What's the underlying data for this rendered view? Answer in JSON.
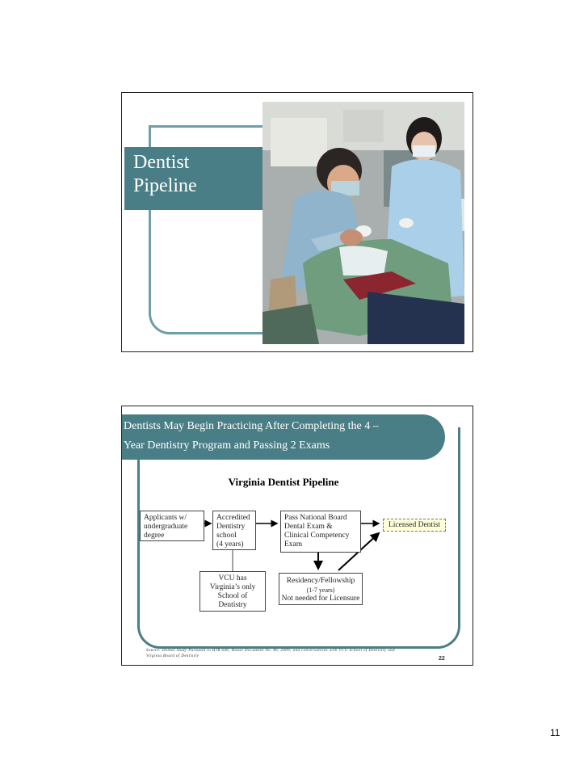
{
  "slide1": {
    "title_line1": "Dentist",
    "title_line2": "Pipeline",
    "photo_alt": "dentist-photo"
  },
  "slide2": {
    "banner_line1": "Dentists May Begin Practicing After Completing the 4 –",
    "banner_line2": "Year Dentistry Program and Passing 2 Exams",
    "chart_title": "Virginia Dentist Pipeline",
    "boxes": {
      "applicants": [
        "Applicants w/",
        "undergraduate",
        "degree"
      ],
      "accredited": [
        "Accredited",
        "Dentistry",
        "school",
        "(4 years)"
      ],
      "exams": [
        "Pass National Board",
        "Dental Exam &",
        "Clinical Competency",
        "Exam"
      ],
      "licensed": "Licensed Dentist",
      "vcu": [
        "VCU has",
        "Virginia’s only",
        "School of",
        "Dentistry"
      ],
      "residency": [
        "Residency/Fellowship",
        "(1-7 years)",
        "Not needed for Licensure"
      ]
    },
    "footnote_line1": "Source: Dental Study Pursuant to HJR 646, House Document No. 86, 2009; and conversations with VCU School of Dentistry and",
    "footnote_line2": "Virginia Board of Dentistry",
    "slide_number": "22"
  },
  "page_number": "11",
  "colors": {
    "teal": "#4a7e86",
    "teal_light": "#6e9ea6"
  }
}
